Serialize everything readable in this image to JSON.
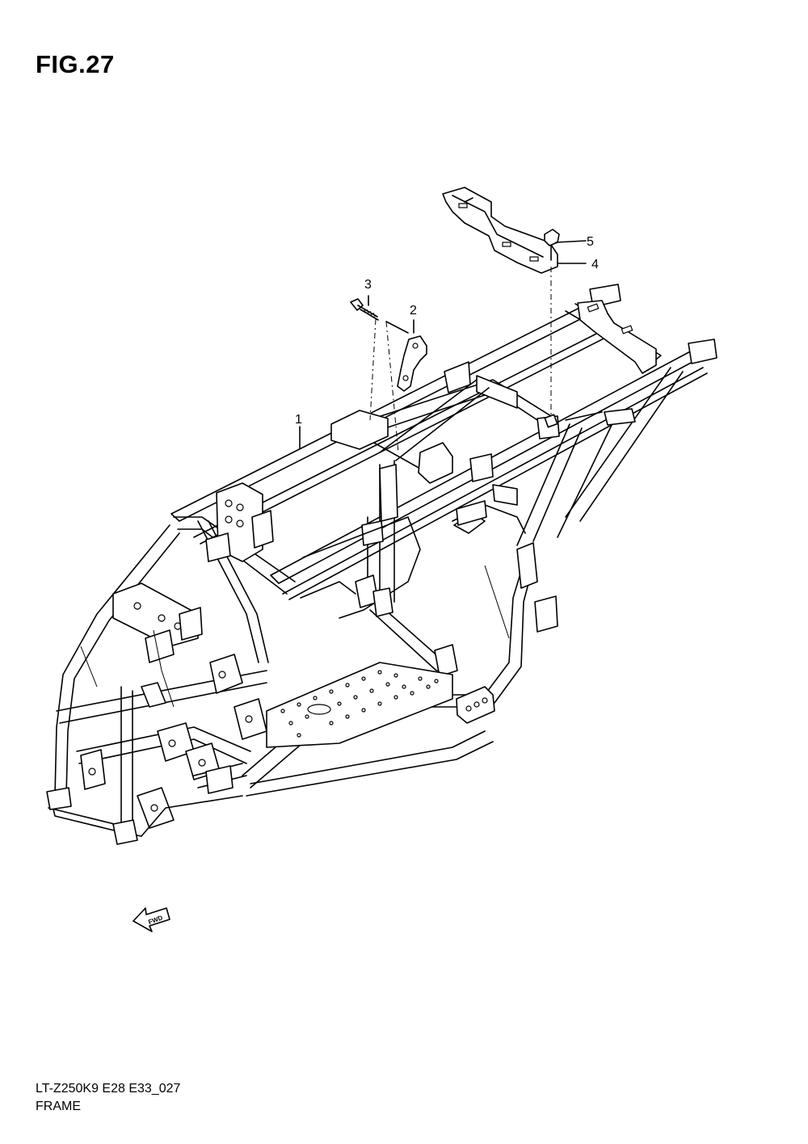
{
  "figure": {
    "title": "FIG.27"
  },
  "callouts": [
    {
      "id": "1",
      "label": "1"
    },
    {
      "id": "2",
      "label": "2"
    },
    {
      "id": "3",
      "label": "3"
    },
    {
      "id": "4",
      "label": "4"
    },
    {
      "id": "5",
      "label": "5"
    }
  ],
  "fwd_marker": {
    "label": "FWD",
    "icon": "forward-arrow-icon"
  },
  "footer": {
    "model_code": "LT-Z250K9 E28 E33_027",
    "section_name": "FRAME"
  }
}
